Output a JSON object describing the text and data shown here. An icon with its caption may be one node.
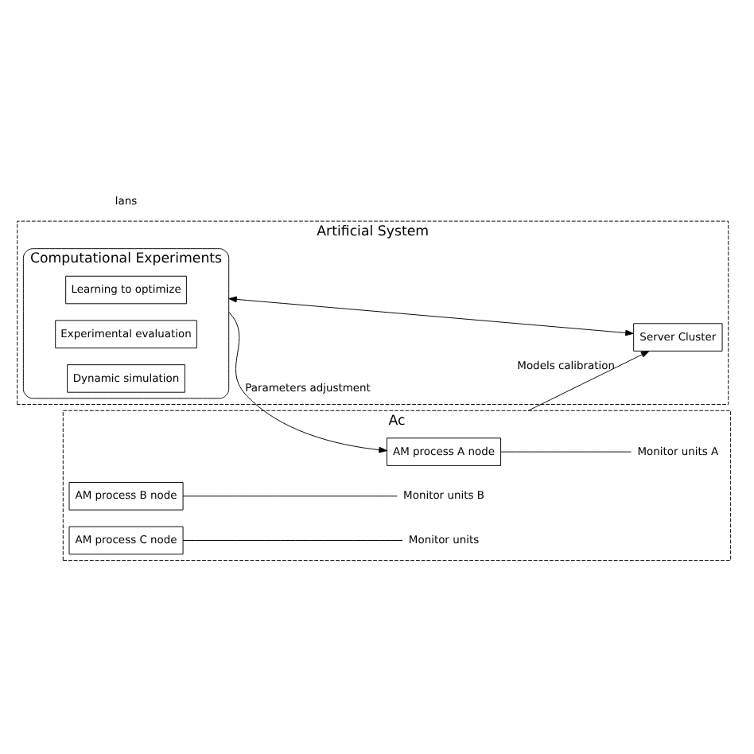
{
  "diagram": {
    "nodes": [
      {
        "text": [
          "Artificial System"
        ]
      },
      {
        "text": [
          "Computational Experiments"
        ],
        "in": 0
      },
      {
        "text": [
          "Learning to optimize"
        ],
        "in": 1
      },
      {
        "text": [
          "Experimental evaluation"
        ],
        "in": 1
      },
      {
        "text": [
          "Dynamic simulation"
        ],
        "in": 1
      },
      {
        "text": [
          "Server Cluster"
        ],
        "in": 0
      },
      {
        "text": [
          "Ac"
        ]
      },
      {
        "text": [
          "AM process A node"
        ],
        "in": 6
      },
      {
        "text": [
          "Monitor units A"
        ],
        "in": 6
      },
      {
        "text": [
          "AM process B node"
        ],
        "in": 6
      },
      {
        "text": [
          "Monitor units B"
        ],
        "in": 6
      },
      {
        "text": [
          "AM process C node"
        ],
        "in": 6
      },
      {
        "text": [
          "Monitor units"
        ],
        "in": 6
      }
    ],
    "edges": [
      {
        "from": 1,
        "to": 5,
        "arrow": "both"
      },
      {
        "from": 1,
        "to": 7,
        "arrow": "to",
        "label": "Parameters adjustment"
      },
      {
        "from": 6,
        "to": 5,
        "arrow": "to",
        "label": "Models calibration"
      },
      {
        "from": 7,
        "to": 8,
        "arrow": "none"
      },
      {
        "from": 9,
        "to": 10,
        "arrow": "none"
      },
      {
        "from": 11,
        "to": 12,
        "arrow": "none"
      }
    ],
    "labels": [
      "lans"
    ]
  }
}
